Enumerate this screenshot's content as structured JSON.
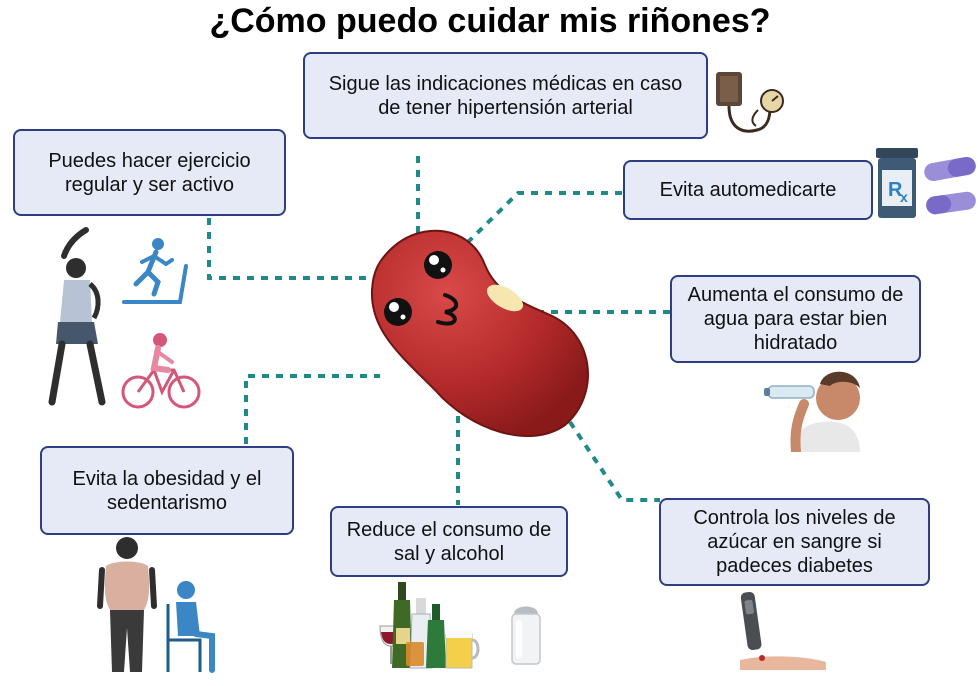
{
  "title": "¿Cómo puedo cuidar mis riñones?",
  "tips": {
    "hypertension": "Sigue las indicaciones médicas en caso de tener hipertensión arterial",
    "exercise": "Puedes hacer ejercicio regular y ser activo",
    "self_medication": "Evita automedicarte",
    "water": "Aumenta el consumo de agua para estar bien hidratado",
    "obesity": "Evita la obesidad y el sedentarismo",
    "salt_alcohol": "Reduce el consumo de sal y alcohol",
    "diabetes": "Controla los niveles de azúcar en sangre si padeces diabetes"
  },
  "illustrations": {
    "blood_pressure": "blood-pressure-monitor-icon",
    "pills": "prescription-pills-icon",
    "stretching": "stretching-woman-icon",
    "treadmill": "treadmill-runner-icon",
    "cyclist": "cyclist-icon",
    "kidney": "kidney-character-icon",
    "drinking": "person-drinking-water-icon",
    "obese_person": "standing-person-icon",
    "sitting_person": "sitting-person-icon",
    "drinks": "alcohol-bottles-icon",
    "salt": "salt-shaker-icon",
    "glucometer": "glucose-lancet-icon"
  },
  "colors": {
    "box_fill": "#e6eaf7",
    "box_border": "#2f3e84",
    "connector": "#1f8a8a",
    "kidney": "#b42a2a"
  }
}
